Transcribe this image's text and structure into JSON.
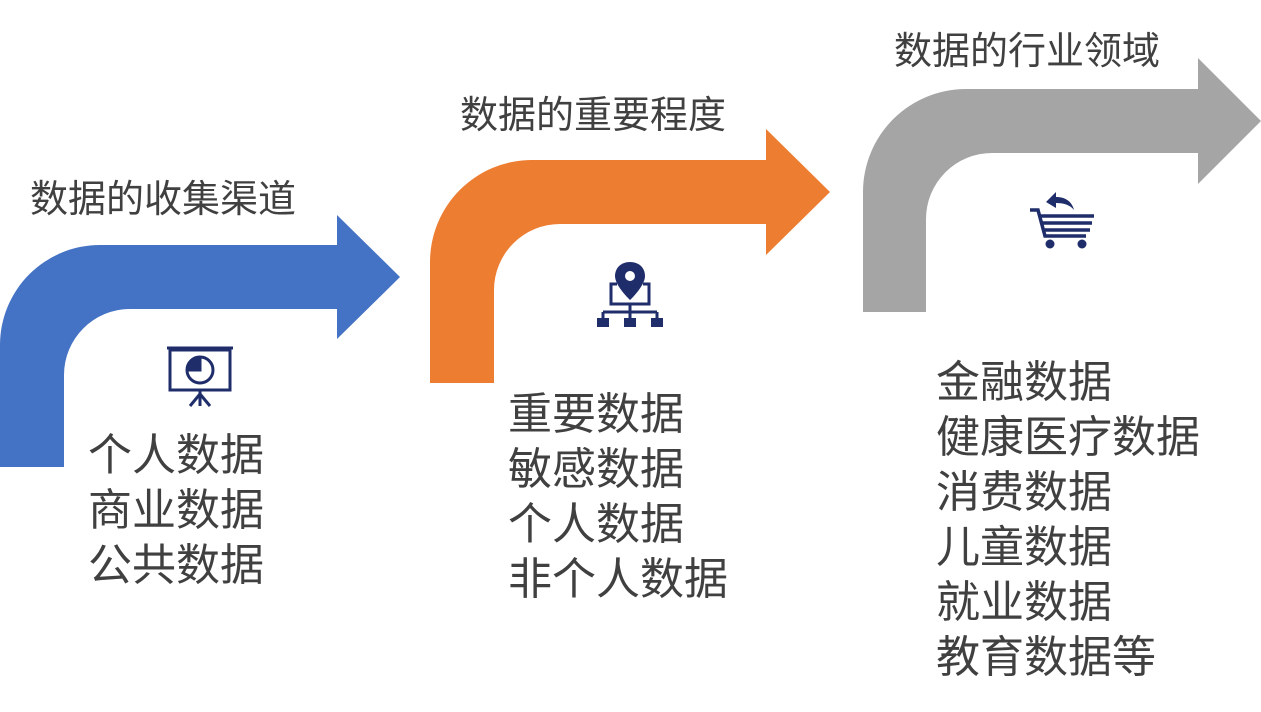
{
  "colors": {
    "arrow_blue": "#4472C4",
    "arrow_orange": "#ED7D31",
    "arrow_gray": "#A5A5A5",
    "icon_navy": "#1F2D6B",
    "text": "#404040"
  },
  "steps": [
    {
      "title": "数据的收集渠道",
      "icon": "presentation-chart-icon",
      "items": [
        "个人数据",
        "商业数据",
        "公共数据"
      ]
    },
    {
      "title": "数据的重要程度",
      "icon": "location-hierarchy-icon",
      "items": [
        "重要数据",
        "敏感数据",
        "个人数据",
        "非个人数据"
      ]
    },
    {
      "title": "数据的行业领域",
      "icon": "shopping-cart-return-icon",
      "items": [
        "金融数据",
        "健康医疗数据",
        "消费数据",
        "儿童数据",
        "就业数据",
        "教育数据等"
      ]
    }
  ]
}
